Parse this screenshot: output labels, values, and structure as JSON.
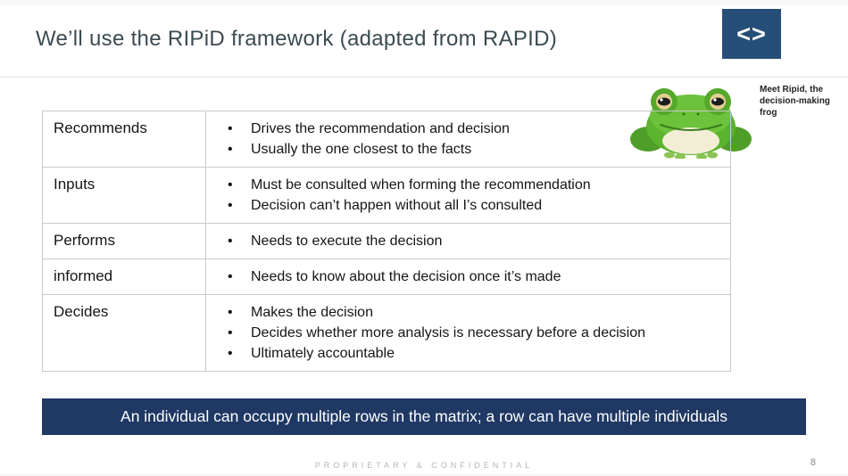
{
  "slide": {
    "title": "We’ll use the RIPiD framework (adapted from RAPID)",
    "logo_text": "<>",
    "frog_caption": "Meet Ripid, the decision-making frog",
    "table": {
      "rows": [
        {
          "label": "Recommends",
          "bullets": [
            "Drives the recommendation and decision",
            "Usually the one closest to the facts"
          ]
        },
        {
          "label": "Inputs",
          "bullets": [
            "Must be consulted when forming the recommendation",
            "Decision can’t happen without all I’s consulted"
          ]
        },
        {
          "label": "Performs",
          "bullets": [
            "Needs to execute the decision"
          ]
        },
        {
          "label": "informed",
          "bullets": [
            "Needs to know about the decision once it’s made"
          ]
        },
        {
          "label": "Decides",
          "bullets": [
            "Makes the decision",
            "Decides whether more analysis is necessary before a decision",
            "Ultimately accountable"
          ]
        }
      ]
    },
    "banner_text": "An individual can occupy multiple rows in the matrix; a row can have multiple individuals",
    "footer_text": "PROPRIETARY & CONFIDENTIAL",
    "page_number": "8",
    "colors": {
      "banner_bg": "#1f3864",
      "logo_bg": "#254e78",
      "title_color": "#3b4b52"
    }
  }
}
